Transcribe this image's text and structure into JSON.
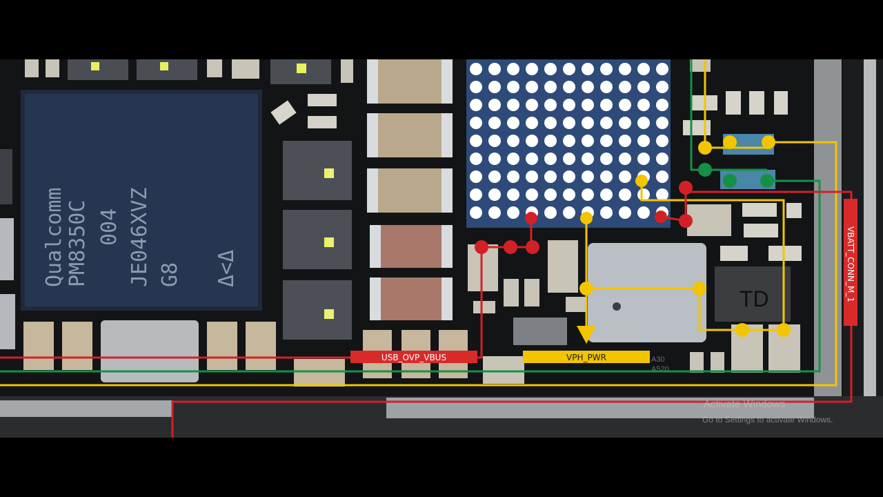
{
  "video_frame": {
    "chip": {
      "lines": [
        "Qualcomm",
        "PM8350C",
        "004",
        "JE046XVZ",
        "G8",
        "Δ<Δ"
      ]
    },
    "inductor_marking": "TD",
    "net_labels": {
      "usb_ovp_vbus": "USB_OVP_VBUS",
      "vph_pwr": "VPH_PWR",
      "vbatt_conn": "VBATT_CONN_M_1"
    },
    "silkscreen": [
      "A30",
      "A520"
    ],
    "colors": {
      "red_net": "#d32027",
      "yellow_net": "#f2c500",
      "green_net": "#169046",
      "label_red": "#d92a2a",
      "label_yellow": "#f2c500"
    },
    "watermark": {
      "title": "Activate Windows",
      "subtitle": "Go to Settings to activate Windows."
    }
  }
}
